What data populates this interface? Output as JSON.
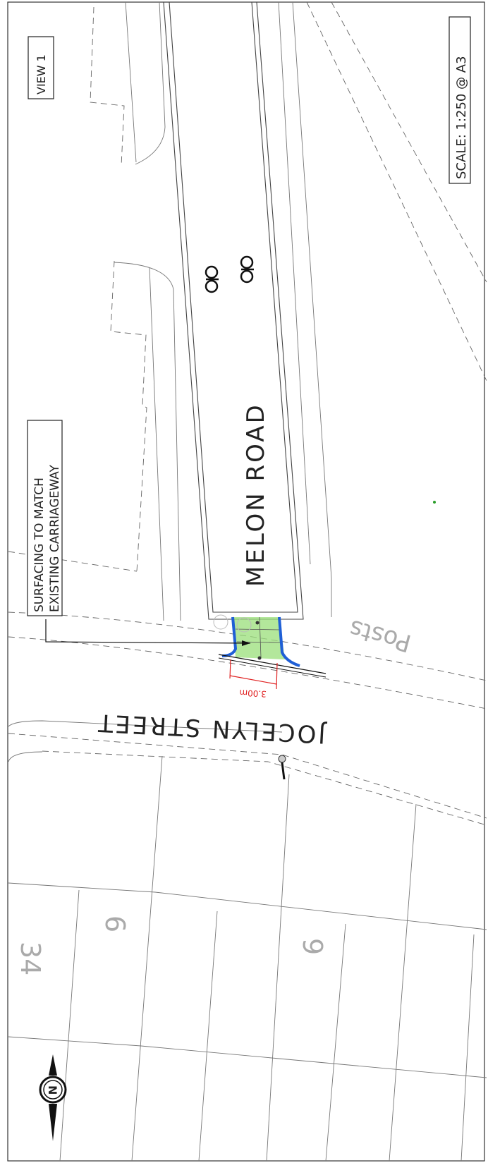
{
  "labels": {
    "view": "VIEW 1",
    "scale": "SCALE:  1:250 @ A3",
    "road_name": "MELON ROAD",
    "street_name": "JOCELYN STREET",
    "note_line1": "SURFACING TO MATCH",
    "note_line2": "EXISTING CARRIAGEWAY",
    "posts": "Posts",
    "dimension": "3.00m",
    "plot_34": "34",
    "plot_6": "6",
    "plot_9": "9",
    "north": "N"
  },
  "colors": {
    "kerb": "#1f5fd6",
    "dimension": "#e02020",
    "surfacing": "#9adf7a",
    "line": "#555555"
  }
}
